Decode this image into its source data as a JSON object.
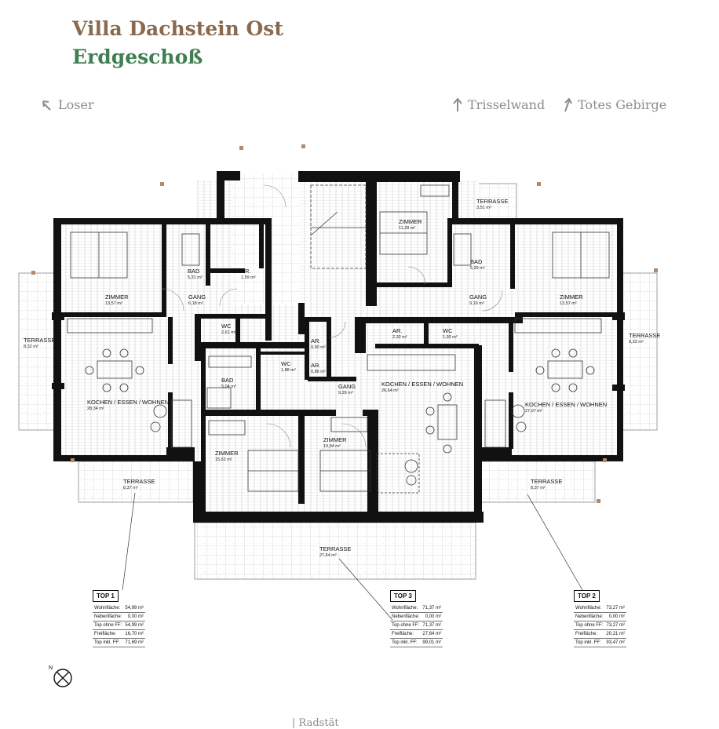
{
  "header": {
    "title": "Villa Dachstein Ost",
    "subtitle": "Erdgeschoß"
  },
  "directions": {
    "loser": "Loser",
    "trisselwand": "Trisselwand",
    "totes_gebirge": "Totes Gebirge",
    "bottom": "Radstät"
  },
  "rooms": [
    {
      "id": "zimmer-w",
      "label": "ZIMMER",
      "area": "13,57 m²"
    },
    {
      "id": "bad-w",
      "label": "BAD",
      "area": "5,31 m²"
    },
    {
      "id": "ar-w",
      "label": "AR.",
      "area": "1,59 m²"
    },
    {
      "id": "gang-w",
      "label": "GANG",
      "area": "6,18 m²"
    },
    {
      "id": "wc-w",
      "label": "WC",
      "area": "2,61 m²"
    },
    {
      "id": "terrasse-w",
      "label": "TERRASSE",
      "area": "8,32 m²"
    },
    {
      "id": "kochen-w",
      "label": "KOCHEN / ESSEN / WOHNEN",
      "area": "28,34 m²"
    },
    {
      "id": "bad-c",
      "label": "BAD",
      "area": "5,04 m²"
    },
    {
      "id": "wc-c",
      "label": "WC",
      "area": "1,88 m²"
    },
    {
      "id": "ar-c1",
      "label": "AR.",
      "area": "0,90 m²"
    },
    {
      "id": "ar-c2",
      "label": "AR.",
      "area": "0,86 m²"
    },
    {
      "id": "gang-c",
      "label": "GANG",
      "area": "9,29 m²"
    },
    {
      "id": "zimmer-c1",
      "label": "ZIMMER",
      "area": "15,62 m²"
    },
    {
      "id": "zimmer-c2",
      "label": "ZIMMER",
      "area": "10,94 m²"
    },
    {
      "id": "terrasse-sw",
      "label": "TERRASSE",
      "area": "8,37 m²"
    },
    {
      "id": "terrasse-s",
      "label": "TERRASSE",
      "area": "27,64 m²"
    },
    {
      "id": "zimmer-n",
      "label": "ZIMMER",
      "area": "11,28 m²"
    },
    {
      "id": "terrasse-n",
      "label": "TERRASSE",
      "area": "3,51 m²"
    },
    {
      "id": "bad-e",
      "label": "BAD",
      "area": "5,29 m²"
    },
    {
      "id": "gang-e",
      "label": "GANG",
      "area": "9,19 m²"
    },
    {
      "id": "zimmer-e",
      "label": "ZIMMER",
      "area": "13,57 m²"
    },
    {
      "id": "ar-e",
      "label": "AR.",
      "area": "2,33 m²"
    },
    {
      "id": "wc-e",
      "label": "WC",
      "area": "1,93 m²"
    },
    {
      "id": "kochen-c",
      "label": "KOCHEN / ESSEN / WOHNEN",
      "area": "26,64 m²"
    },
    {
      "id": "terrasse-e",
      "label": "TERRASSE",
      "area": "8,33 m²"
    },
    {
      "id": "kochen-e",
      "label": "KOCHEN / ESSEN / WOHNEN",
      "area": "27,07 m²"
    },
    {
      "id": "terrasse-se",
      "label": "TERRASSE",
      "area": "8,37 m²"
    }
  ],
  "units": [
    {
      "name": "TOP 1",
      "rows": [
        {
          "k": "Wohnfläche:",
          "v": "54,99 m²"
        },
        {
          "k": "Nebenfläche:",
          "v": "0,00 m²"
        },
        {
          "k": "Top ohne FF:",
          "v": "54,99 m²"
        },
        {
          "k": "Freifläche:",
          "v": "16,70 m²"
        },
        {
          "k": "Top inkl. FF:",
          "v": "71,69 m²"
        }
      ]
    },
    {
      "name": "TOP 3",
      "rows": [
        {
          "k": "Wohnfläche:",
          "v": "71,37 m²"
        },
        {
          "k": "Nebenfläche:",
          "v": "0,00 m²"
        },
        {
          "k": "Top ohne FF:",
          "v": "71,37 m²"
        },
        {
          "k": "Freifläche:",
          "v": "27,64 m²"
        },
        {
          "k": "Top inkl. FF:",
          "v": "99,01 m²"
        }
      ]
    },
    {
      "name": "TOP 2",
      "rows": [
        {
          "k": "Wohnfläche:",
          "v": "73,27 m²"
        },
        {
          "k": "Nebenfläche:",
          "v": "0,00 m²"
        },
        {
          "k": "Top ohne FF:",
          "v": "73,27 m²"
        },
        {
          "k": "Freifläche:",
          "v": "20,21 m²"
        },
        {
          "k": "Top inkl. FF:",
          "v": "93,47 m²"
        }
      ]
    }
  ],
  "compass": {
    "label": "N"
  },
  "colors": {
    "title": "#8a6a4f",
    "subtitle": "#3f7f52",
    "wall": "#111111",
    "direction": "#8c8c8c"
  }
}
